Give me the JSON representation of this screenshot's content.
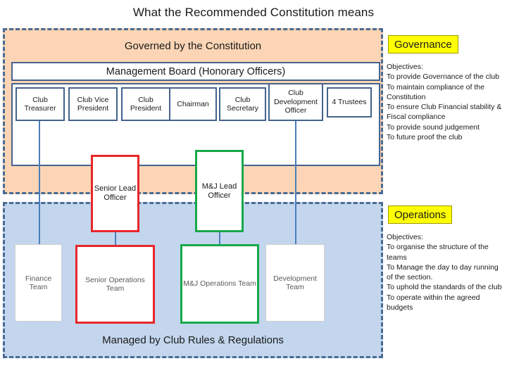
{
  "title": "What the Recommended Constitution means",
  "colors": {
    "governance_zone_bg": "#fbd5b5",
    "operations_zone_bg": "#c3d6ee",
    "zone_border": "#4a6b93",
    "box_border": "#44638c",
    "badge_bg": "#ffff00",
    "connector": "#4a7ebb",
    "senior_accent": "#e8262a",
    "mj_accent": "#17a84a"
  },
  "governance": {
    "caption": "Governed by the Constitution",
    "board_title": "Management Board   (Honorary Officers)",
    "officers": [
      {
        "label": "Club Treasurer"
      },
      {
        "label": "Club Vice President"
      },
      {
        "label": "Club President"
      },
      {
        "label": "Chairman"
      },
      {
        "label": "Club Secretary"
      },
      {
        "label": "Club Development Officer"
      },
      {
        "label": "4 Trustees"
      }
    ],
    "badge": "Governance",
    "objectives_head": "Objectives:",
    "objectives": [
      "To provide Governance of the club",
      "To maintain compliance of the Constitution",
      "To ensure Club Financial stability & Fiscal compliance",
      "To provide sound judgement",
      "To future proof the club"
    ]
  },
  "operations": {
    "caption": "Managed by Club Rules & Regulations",
    "badge": "Operations",
    "objectives_head": "Objectives:",
    "objectives": [
      "To organise the structure of the teams",
      "To Manage the day to day running of the section.",
      "To  uphold the standards of the club",
      "To operate within the agreed budgets"
    ],
    "leads": [
      {
        "label": "Senior Lead Officer",
        "accent": "red"
      },
      {
        "label": "M&J Lead Officer",
        "accent": "green"
      }
    ],
    "teams": [
      {
        "label": "Finance Team",
        "accent": "plain"
      },
      {
        "label": "Senior Operations Team",
        "accent": "red"
      },
      {
        "label": "M&J  Operations Team",
        "accent": "green"
      },
      {
        "label": "Development Team",
        "accent": "plain"
      }
    ]
  }
}
